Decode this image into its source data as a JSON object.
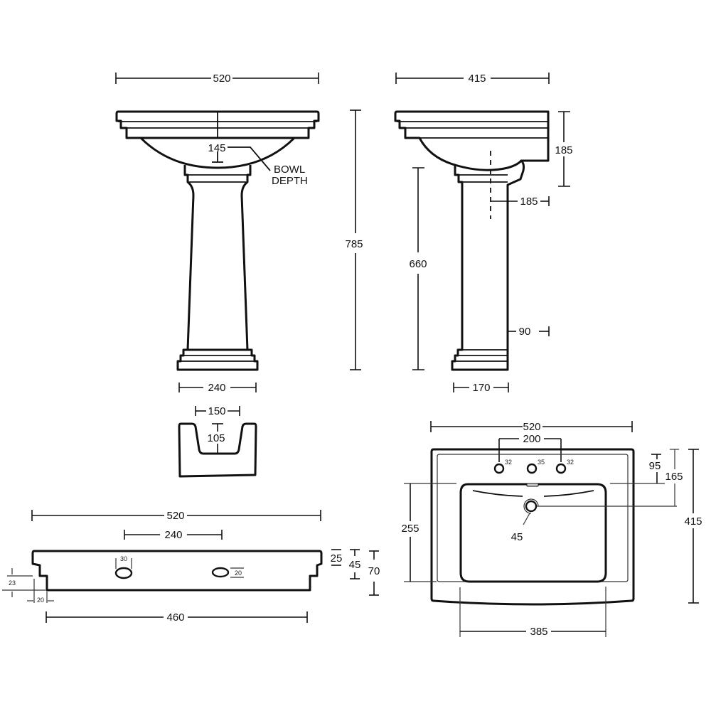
{
  "front_view": {
    "width": "520",
    "height": "785",
    "bowl_depth_value": "145",
    "bowl_depth_label_1": "BOWL",
    "bowl_depth_label_2": "DEPTH",
    "base_width": "240"
  },
  "side_view": {
    "depth": "415",
    "basin_height": "185",
    "waste_offset": "185",
    "pedestal_height": "660",
    "pedestal_offset": "90",
    "base_depth": "170"
  },
  "pedestal_section": {
    "opening_width": "150",
    "opening_depth": "105"
  },
  "front_elevation_basin": {
    "width": "520",
    "tap_spacing": "240",
    "tap_hole_dia": "30",
    "overflow_dia": "20",
    "step_height": "23",
    "step_width": "20",
    "bottom_width": "460",
    "rim_height": "25",
    "mid_height": "45",
    "total_height": "70"
  },
  "plan_view": {
    "width": "520",
    "tap_spacing": "200",
    "tap_hole_left": "32",
    "tap_hole_center": "35",
    "tap_hole_right": "32",
    "tap_to_bowl": "95",
    "waste_to_back": "165",
    "depth": "415",
    "bowl_length": "255",
    "waste_dia": "45",
    "bowl_width": "385"
  }
}
